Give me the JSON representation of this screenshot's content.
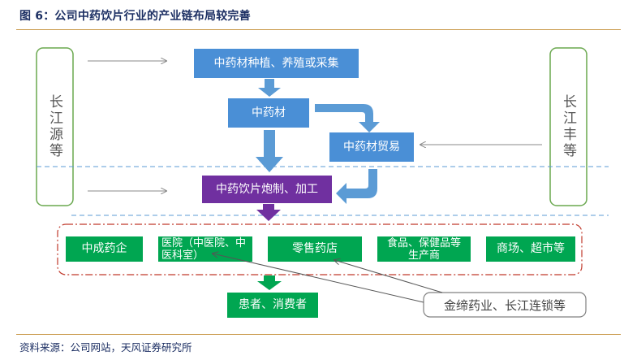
{
  "title": "图 6：公司中药饮片行业的产业链布局较完善",
  "source": "资料来源：公司网站，天风证券研究所",
  "left_box": "长江源等",
  "right_box": "长江丰等",
  "boxes": {
    "planting": "中药材种植、养殖或采集",
    "herbs": "中药材",
    "trade": "中药材贸易",
    "processing": "中药饮片炮制、加工",
    "consumers": "患者、消费者"
  },
  "channels": [
    "中成药企",
    "医院（中医院、中医科室）",
    "零售药店",
    "食品、保健品等生产商",
    "商场、超市等"
  ],
  "callout": "金缔药业、长江连锁等",
  "colors": {
    "blue_box": "#4a8fd6",
    "purple_box": "#7030a0",
    "green_box": "#00a651",
    "dashed_blue": "#5b9bd5",
    "dashed_red": "#c0392b",
    "border_green": "#6aa84f"
  }
}
